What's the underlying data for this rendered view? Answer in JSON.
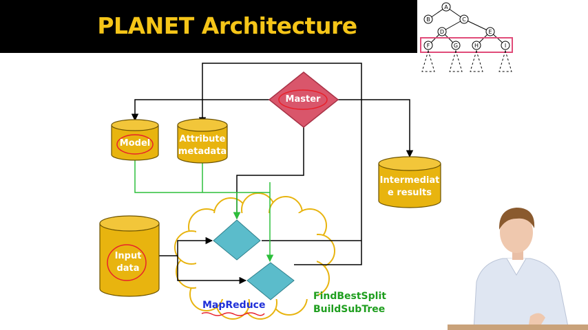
{
  "slide": {
    "title": "PLANET Architecture"
  },
  "nodes": {
    "master": "Master",
    "model": "Model",
    "attribute_metadata": [
      "Attribute",
      "metadata"
    ],
    "intermediate_results": [
      "Intermediat",
      "e results"
    ],
    "input_data": [
      "Input",
      "data"
    ],
    "mapreduce": "MapReduce",
    "find_best_split": "FindBestSplit",
    "build_sub_tree": "BuildSubTree"
  },
  "thumbnail_tree": {
    "nodes": [
      "A",
      "B",
      "C",
      "D",
      "E",
      "F",
      "G",
      "H",
      "I"
    ],
    "highlighted_level": [
      "F",
      "G",
      "H",
      "I"
    ]
  },
  "colors": {
    "title_bar": "#000000",
    "title_text": "#f5c518",
    "cylinder_fill": "#e8b40f",
    "master_fill": "#d9566b",
    "mapper_fill": "#5bbccb",
    "annotation_red": "#e8202a",
    "green_text": "#1e9e1e",
    "mapreduce_text": "#1f2fd8"
  }
}
